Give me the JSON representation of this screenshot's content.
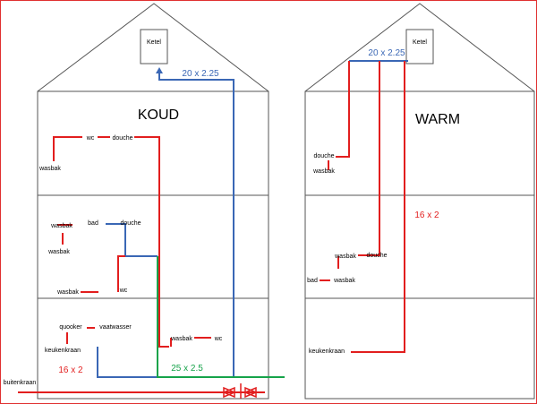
{
  "left": {
    "title": "KOUD",
    "ketel": "Ketel",
    "pipe_main_label": "20 x 2.25",
    "pipe_green_label": "25 x 2.5",
    "pipe_red_label": "16 x 2",
    "buitenkraan": "buitenkraan",
    "top_floor": {
      "wc": "wc",
      "douche": "douche",
      "wasbak": "wasbak"
    },
    "mid_floor": {
      "wasbak_1": "wasbak",
      "bad": "bad",
      "douche": "douche",
      "wasbak_2": "wasbak",
      "wasbak_3": "wasbak",
      "wc": "wc"
    },
    "ground_floor": {
      "quooker": "quooker",
      "vaatwasser": "vaatwasser",
      "keukenkraan": "keukenkraan",
      "wasbak": "wasbak",
      "wc": "wc"
    }
  },
  "right": {
    "title": "WARM",
    "ketel": "Ketel",
    "pipe_main_label": "20 x 2.25",
    "pipe_red_label": "16 x 2",
    "top_floor": {
      "douche": "douche",
      "wasbak": "wasbak"
    },
    "mid_floor": {
      "wasbak": "wasbak",
      "douche": "douche",
      "bad": "bad",
      "wasbak_2": "wasbak"
    },
    "ground_floor": {
      "keukenkraan": "keukenkraan"
    }
  },
  "colors": {
    "cold_red": "#e21e1e",
    "blue": "#3a67b5",
    "green": "#16a34a",
    "outline": "#555555",
    "frame": "#e03030"
  }
}
